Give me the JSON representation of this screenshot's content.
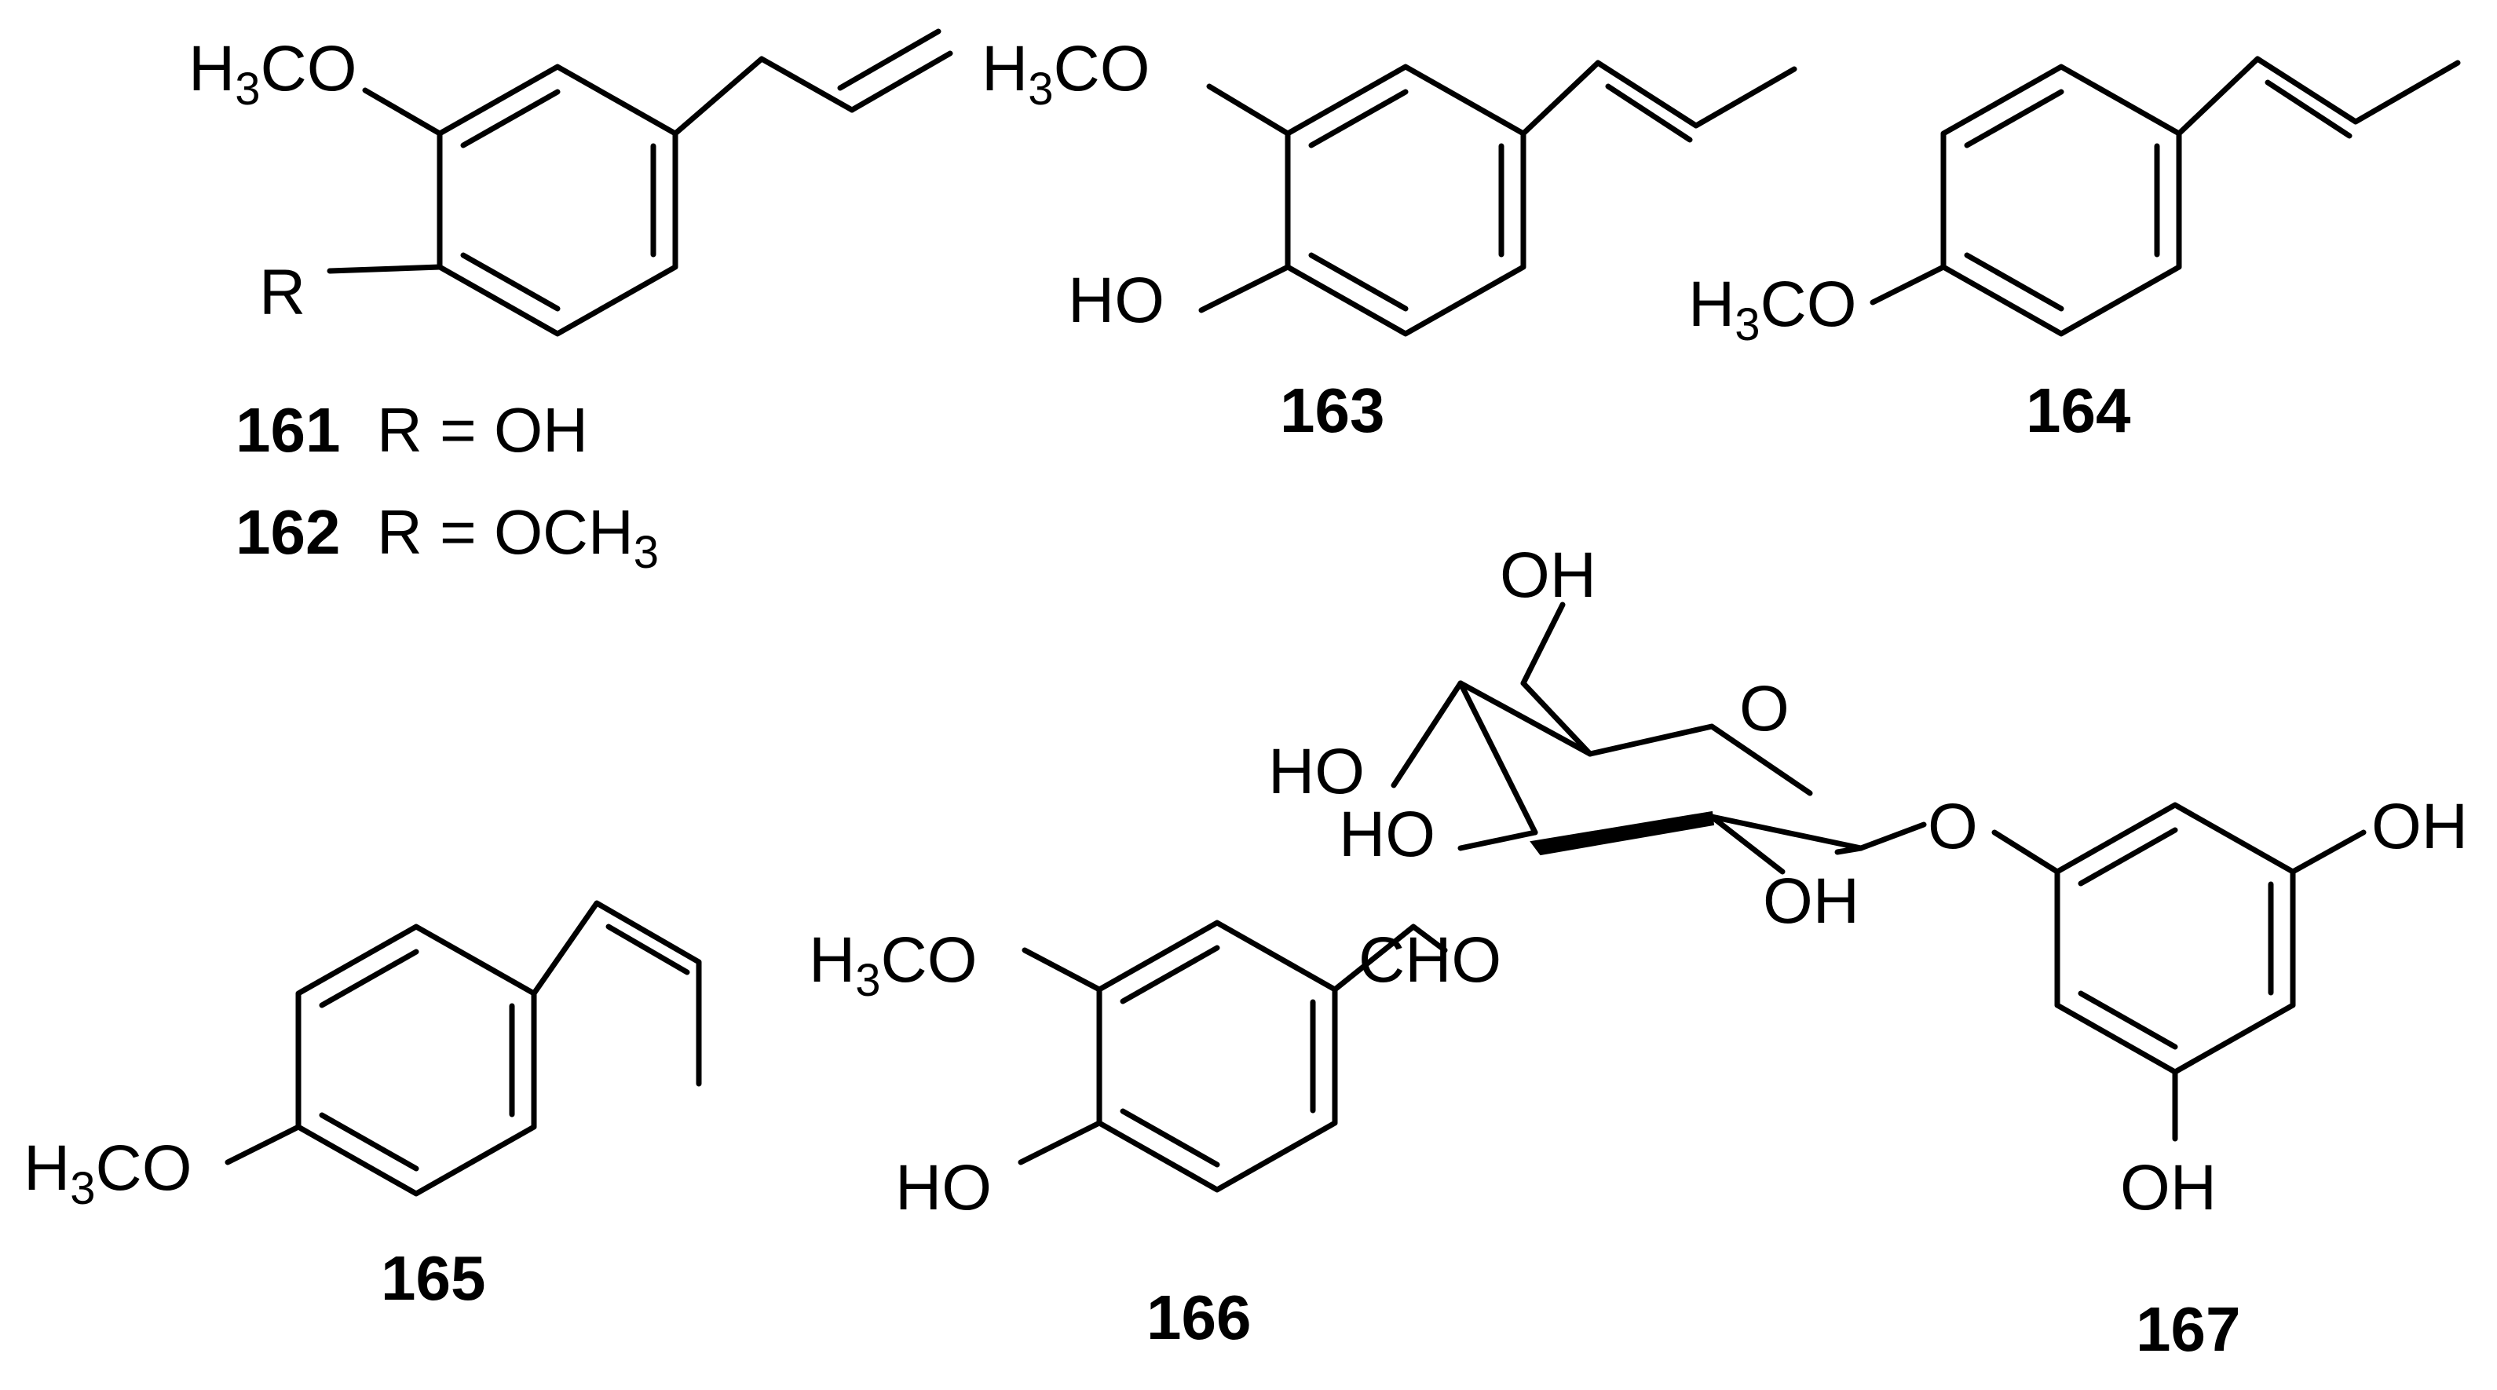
{
  "compounds": {
    "c161_162": {
      "label_161": "161",
      "caption_161": "R = OH",
      "label_162": "162",
      "caption_162_pre": "R = OCH",
      "caption_162_sub": "3",
      "r_label": "R"
    },
    "c163": {
      "label": "163"
    },
    "c164": {
      "label": "164"
    },
    "c165": {
      "label": "165"
    },
    "c166": {
      "label": "166",
      "cho": "CHO"
    },
    "c167": {
      "label": "167"
    }
  },
  "atoms": {
    "h": "H",
    "co": "CO",
    "three": "3",
    "ho": "HO",
    "oh": "OH",
    "o": "O"
  }
}
